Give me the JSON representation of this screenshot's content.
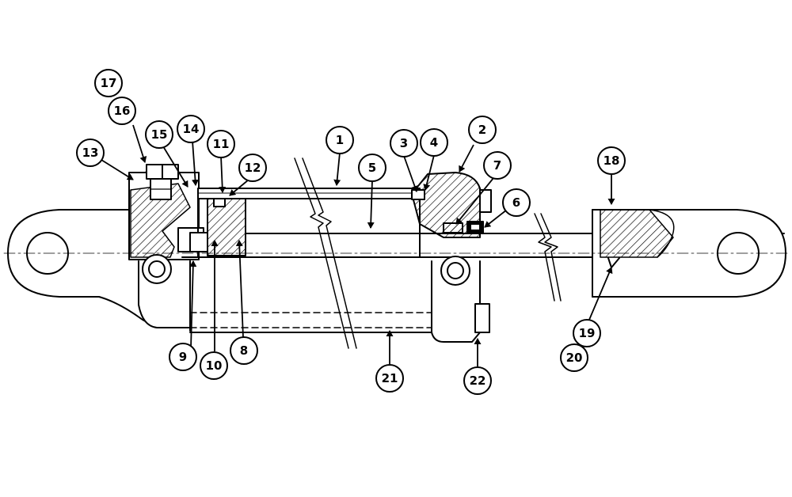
{
  "callouts": [
    {
      "id": "c1",
      "label": "1"
    },
    {
      "id": "c2",
      "label": "2"
    },
    {
      "id": "c3",
      "label": "3"
    },
    {
      "id": "c4",
      "label": "4"
    },
    {
      "id": "c5",
      "label": "5"
    },
    {
      "id": "c6",
      "label": "6"
    },
    {
      "id": "c7",
      "label": "7"
    },
    {
      "id": "c8",
      "label": "8"
    },
    {
      "id": "c9",
      "label": "9"
    },
    {
      "id": "c10",
      "label": "10"
    },
    {
      "id": "c11",
      "label": "11"
    },
    {
      "id": "c12",
      "label": "12"
    },
    {
      "id": "c13",
      "label": "13"
    },
    {
      "id": "c14",
      "label": "14"
    },
    {
      "id": "c15",
      "label": "15"
    },
    {
      "id": "c16",
      "label": "16"
    },
    {
      "id": "c17",
      "label": "17"
    },
    {
      "id": "c18",
      "label": "18"
    },
    {
      "id": "c19",
      "label": "19"
    },
    {
      "id": "c20",
      "label": "20"
    },
    {
      "id": "c21",
      "label": "21"
    },
    {
      "id": "c22",
      "label": "22"
    }
  ],
  "colors": {
    "line": "#000000",
    "paper": "#ffffff"
  }
}
